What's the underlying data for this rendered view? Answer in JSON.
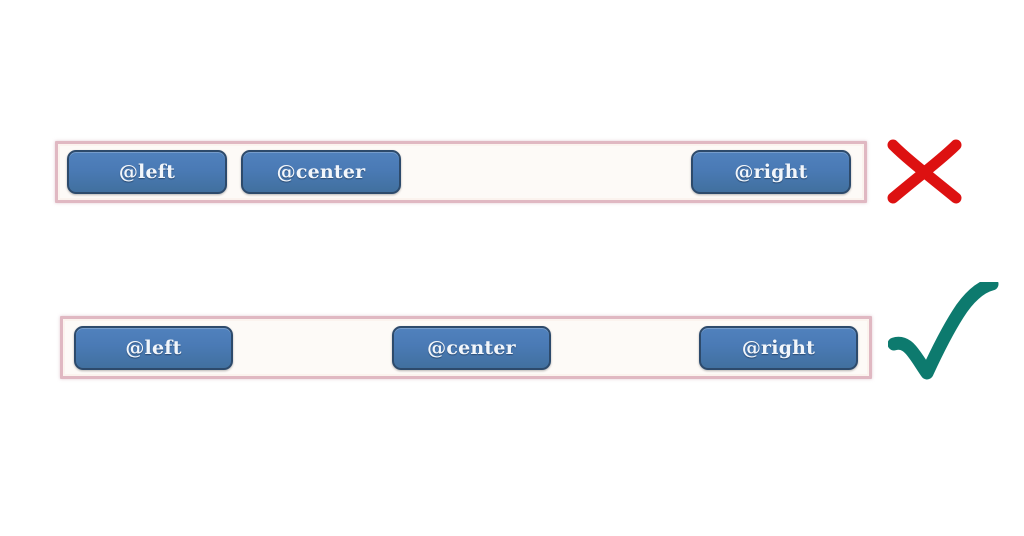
{
  "page": {
    "background_color": "#ffffff",
    "description": "Two toolbar layout examples comparing incorrect and correct alignment of @left, @center and @right buttons"
  },
  "palette": {
    "button_fill": "#4a7ab5",
    "button_border": "#2d4a6b",
    "button_text": "#f2f6fb",
    "toolbar_border": "#e0b8c2",
    "toolbar_fill": "#fdfaf7",
    "cross_color": "#dd1111",
    "check_color": "#0d7a6e"
  },
  "examples": [
    {
      "id": "incorrect-layout",
      "verdict": "incorrect",
      "verdict_icon": "cross-icon",
      "toolbar": {
        "buttons": [
          {
            "label": "@left",
            "align": "left"
          },
          {
            "label": "@center",
            "align": "left"
          },
          {
            "label": "@right",
            "align": "right"
          }
        ]
      }
    },
    {
      "id": "correct-layout",
      "verdict": "correct",
      "verdict_icon": "check-icon",
      "toolbar": {
        "buttons": [
          {
            "label": "@left",
            "align": "left"
          },
          {
            "label": "@center",
            "align": "center"
          },
          {
            "label": "@right",
            "align": "right"
          }
        ]
      }
    }
  ]
}
